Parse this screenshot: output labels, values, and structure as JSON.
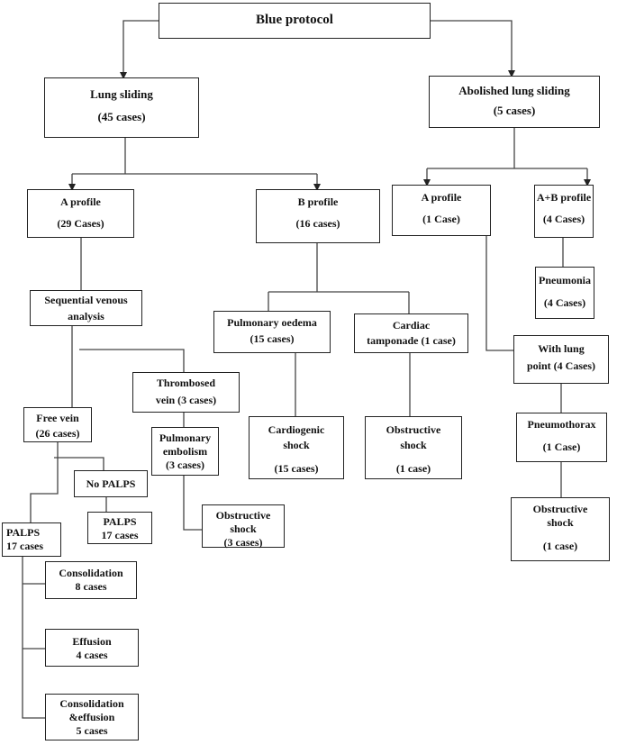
{
  "title": "Blue protocol",
  "nodes": {
    "lung_sliding": {
      "label": "Lung sliding",
      "count": "(45 cases)"
    },
    "abolished": {
      "label": "Abolished lung sliding",
      "count": "(5 cases)"
    },
    "a_profile": {
      "label": "A profile",
      "count": "(29 Cases)"
    },
    "b_profile": {
      "label": "B profile",
      "count": "(16 cases)"
    },
    "a_profile_2": {
      "label": "A profile",
      "count": "(1 Case)"
    },
    "ab_profile": {
      "label": "A+B profile",
      "count": "(4 Cases)"
    },
    "pneumonia": {
      "label": "Pneumonia",
      "count": "(4 Cases)"
    },
    "sequential": {
      "label_1": "Sequential venous",
      "label_2": "analysis"
    },
    "pulm_oedema": {
      "label": "Pulmonary oedema",
      "count": "(15 cases)"
    },
    "cardiac_tamponade": {
      "label_1": "Cardiac",
      "label_2": "tamponade (1 case)"
    },
    "lung_point": {
      "label_1": "With lung",
      "label_2": "point (4 Cases)"
    },
    "thrombosed": {
      "label_1": "Thrombosed",
      "label_2": "vein (3 cases)"
    },
    "free_vein": {
      "label": "Free vein",
      "count": "(26 cases)"
    },
    "pulm_embolism": {
      "label_1": "Pulmonary",
      "label_2": "embolism",
      "count": "(3 cases)"
    },
    "cardiogenic": {
      "label_1": "Cardiogenic",
      "label_2": "shock",
      "count": "(15 cases)"
    },
    "obstructive_tamponade": {
      "label_1": "Obstructive",
      "label_2": "shock",
      "count": "(1 case)"
    },
    "pneumothorax": {
      "label": "Pneumothorax",
      "count": "(1 Case)"
    },
    "no_palps": {
      "label": "No PALPS"
    },
    "palps_17_right": {
      "label": "PALPS",
      "count": "17 cases"
    },
    "obstructive_embolism": {
      "label_1": "Obstructive",
      "label_2": "shock",
      "count": "(3 cases)"
    },
    "obstructive_pneumothorax": {
      "label_1": "Obstructive",
      "label_2": "shock",
      "count": "(1 case)"
    },
    "palps_17_left": {
      "label": "PALPS",
      "count": "17 cases"
    },
    "consolidation": {
      "label": "Consolidation",
      "count": "8 cases"
    },
    "effusion": {
      "label": "Effusion",
      "count": "4 cases"
    },
    "cons_effusion": {
      "label_1": "Consolidation",
      "label_2": "&effusion",
      "count": "5 cases"
    }
  }
}
